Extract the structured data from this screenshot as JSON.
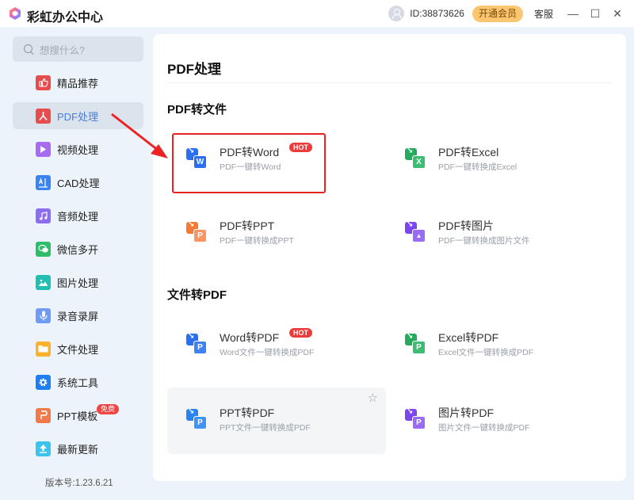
{
  "app": {
    "title": "彩虹办公中心",
    "user_id": "ID:38873626",
    "vip_button": "开通会员",
    "service": "客服",
    "window_controls": {
      "minimize": "—",
      "maximize": "☐",
      "close": "✕"
    }
  },
  "sidebar": {
    "search_placeholder": "想搜什么?",
    "items": [
      {
        "label": "精品推荐",
        "icon": "thumbs-up-icon",
        "color": "#e84c4c"
      },
      {
        "label": "PDF处理",
        "icon": "pdf-icon",
        "color": "#e84c4c",
        "active": true
      },
      {
        "label": "视频处理",
        "icon": "play-icon",
        "color": "#a76cf0"
      },
      {
        "label": "CAD处理",
        "icon": "cad-icon",
        "color": "#3a84f2"
      },
      {
        "label": "音频处理",
        "icon": "music-icon",
        "color": "#8e6cf0"
      },
      {
        "label": "微信多开",
        "icon": "wechat-icon",
        "color": "#2fbd6b"
      },
      {
        "label": "图片处理",
        "icon": "image-icon",
        "color": "#21bfb0"
      },
      {
        "label": "录音录屏",
        "icon": "microphone-icon",
        "color": "#6f9bf5"
      },
      {
        "label": "文件处理",
        "icon": "folder-icon",
        "color": "#fbb12a"
      },
      {
        "label": "系统工具",
        "icon": "gear-icon",
        "color": "#1f7ef0"
      },
      {
        "label": "PPT模板",
        "icon": "ppt-icon",
        "color": "#f07a4a",
        "badge": "免费"
      },
      {
        "label": "最新更新",
        "icon": "upload-icon",
        "color": "#3cc4ec"
      }
    ],
    "version": "版本号:1.23.6.21"
  },
  "main": {
    "title": "PDF处理",
    "sections": [
      {
        "title": "PDF转文件",
        "cards": [
          {
            "title": "PDF转Word",
            "subtitle": "PDF一键转Word",
            "badge": "HOT",
            "icon_color": "#2a6ff0",
            "front_label": "W"
          },
          {
            "title": "PDF转Excel",
            "subtitle": "PDF一键转换成Excel",
            "icon_color": "#25a95a",
            "front_label": "X"
          },
          {
            "title": "PDF转PPT",
            "subtitle": "PDF一键转换成PPT",
            "icon_color": "#f57a35",
            "front_label": "P"
          },
          {
            "title": "PDF转图片",
            "subtitle": "PDF一键转换成图片文件",
            "icon_color": "#7b46ec",
            "front_label": "▲"
          }
        ]
      },
      {
        "title": "文件转PDF",
        "cards": [
          {
            "title": "Word转PDF",
            "subtitle": "Word文件一键转换成PDF",
            "badge": "HOT",
            "icon_color": "#2a6ff0",
            "front_label": "P"
          },
          {
            "title": "Excel转PDF",
            "subtitle": "Excel文件一键转换成PDF",
            "icon_color": "#25a95a",
            "front_label": "P"
          },
          {
            "title": "PPT转PDF",
            "subtitle": "PPT文件一键转换成PDF",
            "icon_color": "#2a84f0",
            "front_label": "P",
            "hovered": true,
            "star": "☆"
          },
          {
            "title": "图片转PDF",
            "subtitle": "图片文件一键转换成PDF",
            "icon_color": "#7b46ec",
            "front_label": "P"
          }
        ]
      }
    ]
  },
  "annotation": {
    "highlight_color": "#e8231f"
  }
}
